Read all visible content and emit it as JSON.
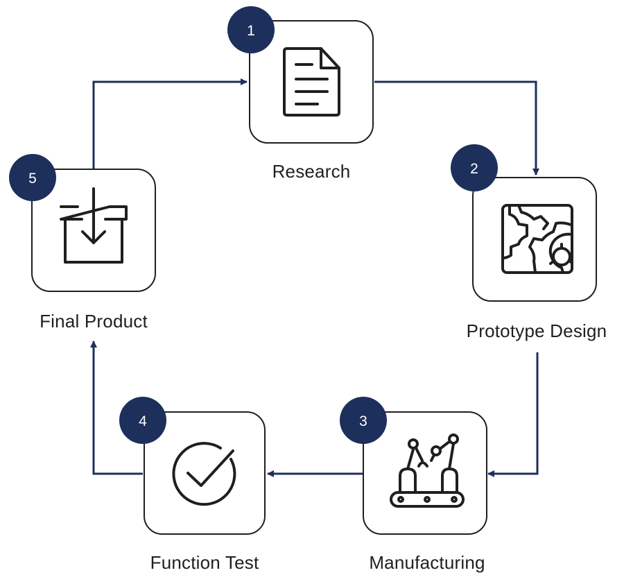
{
  "steps": [
    {
      "number": "1",
      "label": "Research",
      "icon": "document-icon"
    },
    {
      "number": "2",
      "label": "Prototype Design",
      "icon": "gears-blueprint-icon"
    },
    {
      "number": "3",
      "label": "Manufacturing",
      "icon": "robotic-assembly-line-icon"
    },
    {
      "number": "4",
      "label": "Function Test",
      "icon": "check-circle-icon"
    },
    {
      "number": "5",
      "label": "Final Product",
      "icon": "box-download-icon"
    }
  ],
  "colors": {
    "accent": "#1d2f5b",
    "box_stroke": "#1f1f1f",
    "icon_stroke": "#1f1f1f",
    "text": "#1f1f1f"
  }
}
